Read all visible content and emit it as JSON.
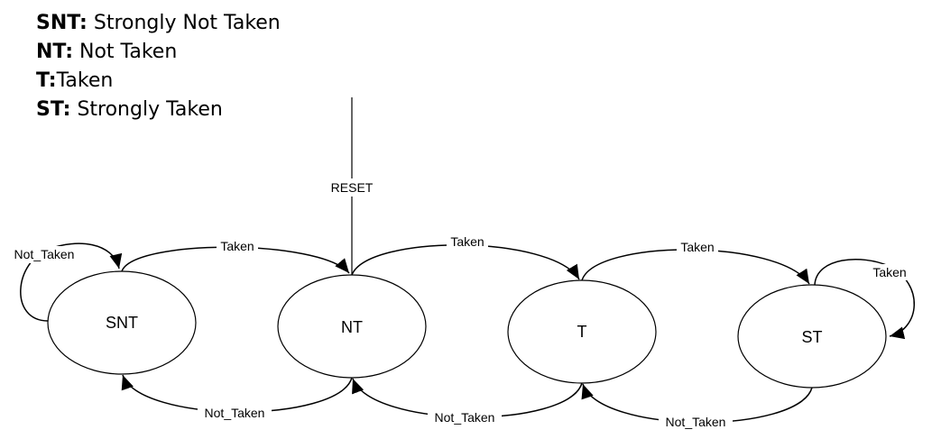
{
  "legend": [
    {
      "abbr": "SNT:",
      "text": " Strongly Not Taken"
    },
    {
      "abbr": "NT:",
      "text": " Not Taken"
    },
    {
      "abbr": "T:",
      "text": "Taken"
    },
    {
      "abbr": "ST:",
      "text": " Strongly Taken"
    }
  ],
  "states": {
    "snt": "SNT",
    "nt": "NT",
    "t": "T",
    "st": "ST"
  },
  "transitions": {
    "reset": "RESET",
    "snt_self": "Not_Taken",
    "snt_to_nt": "Taken",
    "nt_to_t": "Taken",
    "t_to_st": "Taken",
    "st_self": "Taken",
    "nt_to_snt": "Not_Taken",
    "t_to_nt": "Not_Taken",
    "st_to_t": "Not_Taken"
  }
}
